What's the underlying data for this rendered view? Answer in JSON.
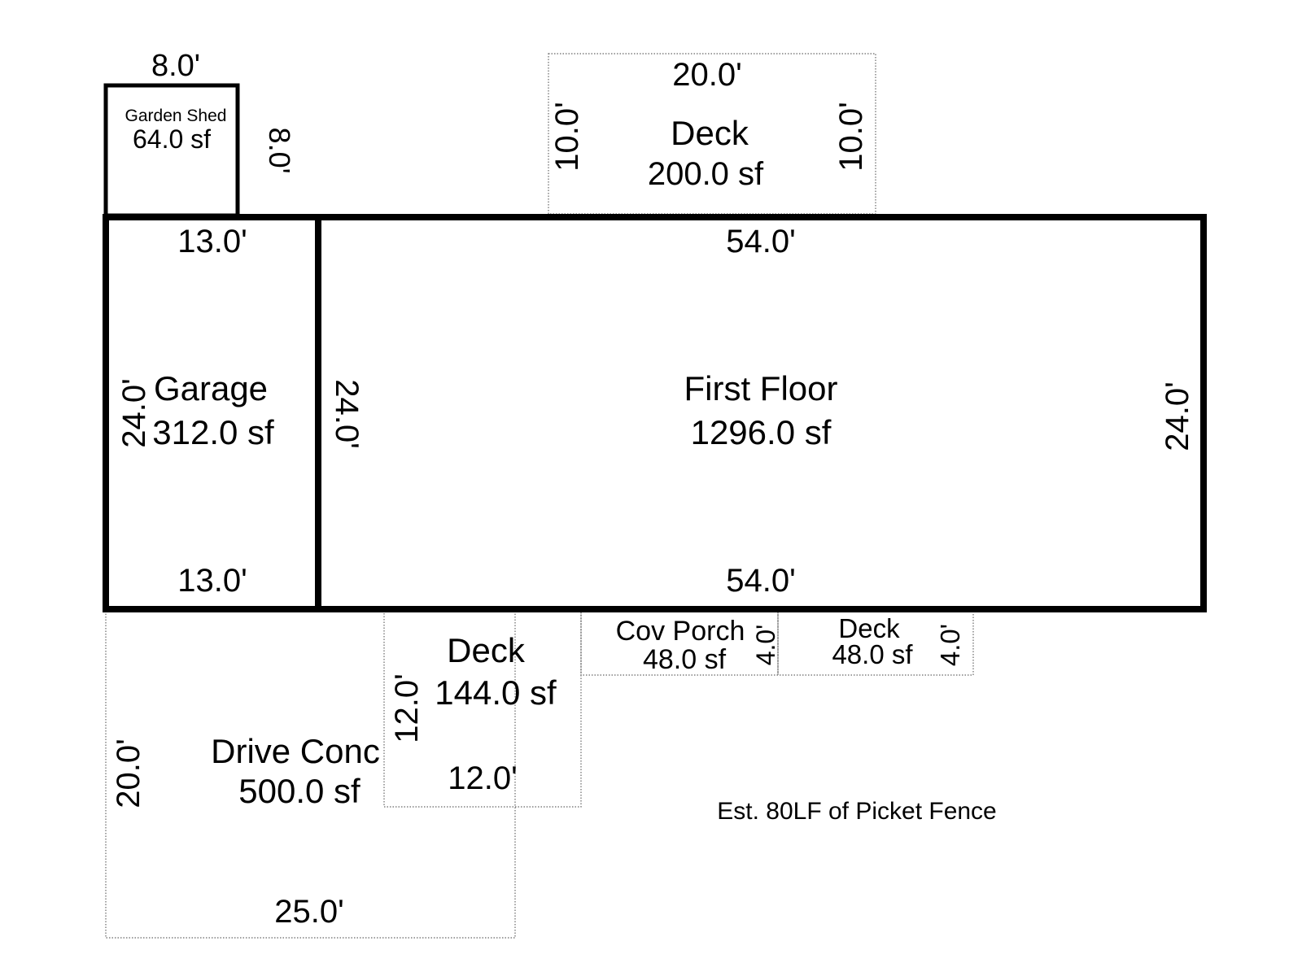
{
  "areas": {
    "garden_shed": {
      "name": "Garden Shed",
      "area": "64.0 sf",
      "dim_top": "8.0'",
      "dim_side": "8.0'"
    },
    "deck_top": {
      "name": "Deck",
      "area": "200.0 sf",
      "dim_top": "20.0'",
      "dim_left": "10.0'",
      "dim_right": "10.0'"
    },
    "garage": {
      "name": "Garage",
      "area": "312.0 sf",
      "dim_top": "13.0'",
      "dim_bottom": "13.0'",
      "dim_left": "24.0'"
    },
    "first_floor": {
      "name": "First Floor",
      "area": "1296.0 sf",
      "dim_top": "54.0'",
      "dim_bottom": "54.0'",
      "dim_left": "24.0'",
      "dim_right": "24.0'"
    },
    "deck_bottom": {
      "name": "Deck",
      "area": "144.0 sf",
      "dim_left": "12.0'",
      "dim_bottom": "12.0'"
    },
    "cov_porch": {
      "name": "Cov Porch",
      "area": "48.0 sf",
      "dim_side": "4.0'"
    },
    "deck_small": {
      "name": "Deck",
      "area": "48.0 sf",
      "dim_side": "4.0'"
    },
    "drive": {
      "name": "Drive Conc",
      "area": "500.0 sf",
      "dim_left": "20.0'",
      "dim_bottom": "25.0'"
    }
  },
  "note": "Est. 80LF of Picket Fence"
}
